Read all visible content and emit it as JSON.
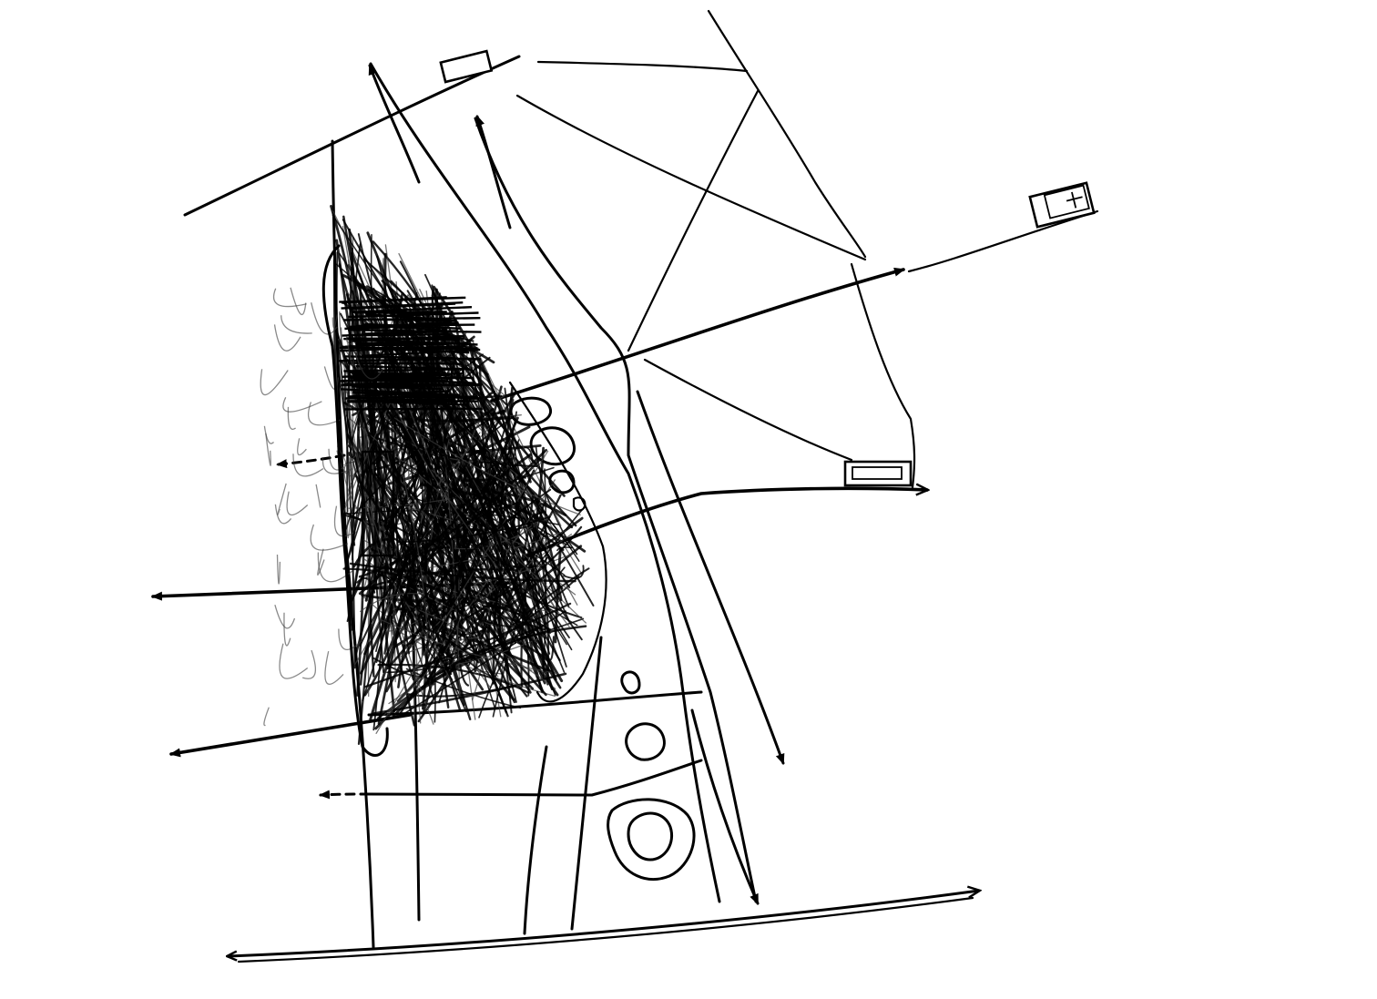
{
  "sketch": {
    "medium": "black-ink-on-paper",
    "ink_color": "#000000",
    "grey_ink_color": "#3a3a3a",
    "paper_color": "#ffffff",
    "arrows": {
      "solid": 8,
      "dashed": 2
    },
    "small_building_symbols": 3,
    "oval_blobs": 7,
    "dense_hatch_zone": true
  }
}
